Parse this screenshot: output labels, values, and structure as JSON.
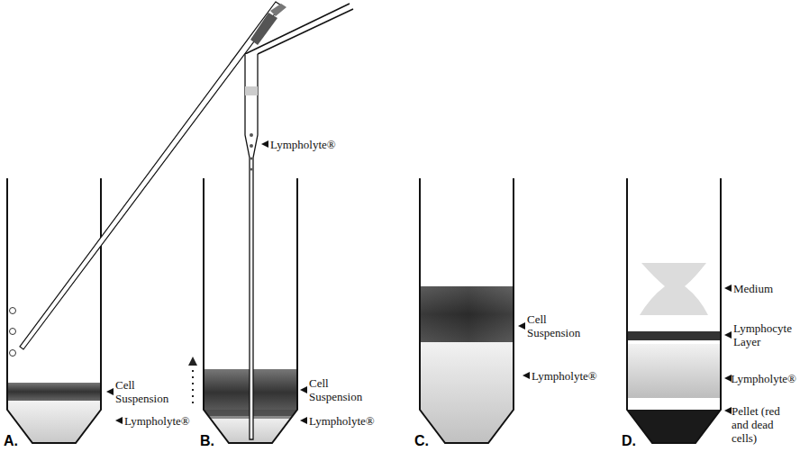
{
  "diagram": {
    "labels": [
      "Cell Suspension",
      "Lympholyte®",
      "A.",
      "Lympholyte®",
      "Cell Suspension",
      "Lympholyte®",
      "B.",
      "Cell Suspension",
      "Lympholyte®",
      "C.",
      "Medium",
      "Lymphocyte Layer",
      "Lympholyte®",
      "Pellet (red and dead cells)",
      "D."
    ]
  }
}
